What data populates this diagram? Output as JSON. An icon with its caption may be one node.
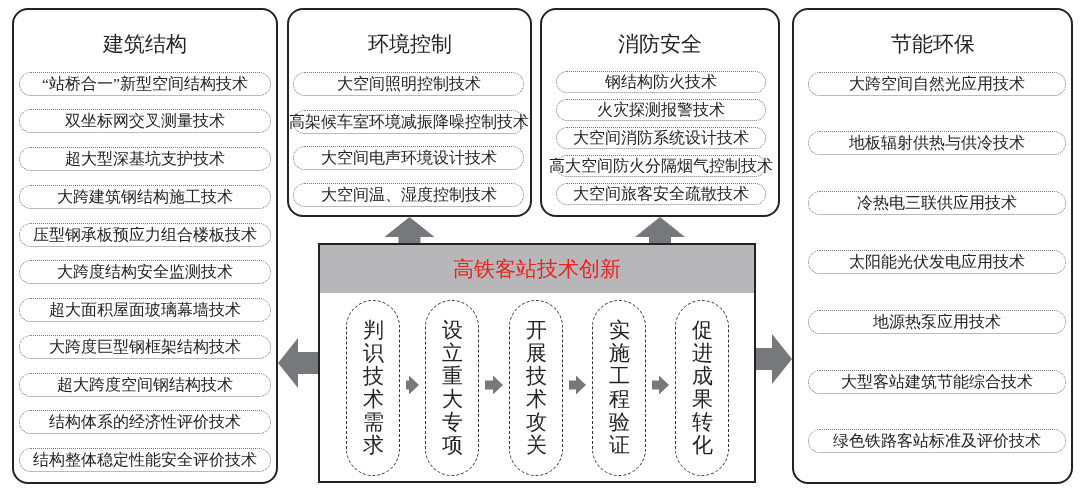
{
  "diagram": {
    "nodes": [
      {
        "text": [
          "建筑结构"
        ]
      },
      {
        "text": [
          "“站桥合一”新型空间结构技术"
        ],
        "in": 0
      },
      {
        "text": [
          "双坐标网交叉测量技术"
        ],
        "in": 0
      },
      {
        "text": [
          "超大型深基坑支护技术"
        ],
        "in": 0
      },
      {
        "text": [
          "大跨建筑钢结构施工技术"
        ],
        "in": 0
      },
      {
        "text": [
          "压型钢承板预应力组合楼板技术"
        ],
        "in": 0
      },
      {
        "text": [
          "大跨度结构安全监测技术"
        ],
        "in": 0
      },
      {
        "text": [
          "超大面积屋面玻璃幕墙技术"
        ],
        "in": 0
      },
      {
        "text": [
          "大跨度巨型钢框架结构技术"
        ],
        "in": 0
      },
      {
        "text": [
          "超大跨度空间钢结构技术"
        ],
        "in": 0
      },
      {
        "text": [
          "结构体系的经济性评价技术"
        ],
        "in": 0
      },
      {
        "text": [
          "结构整体稳定性能安全评价技术"
        ],
        "in": 0
      },
      {
        "text": [
          "环境控制"
        ]
      },
      {
        "text": [
          "大空间照明控制技术"
        ],
        "in": 12
      },
      {
        "text": [
          "高架候车室环境减振降噪控制技术"
        ],
        "in": 12
      },
      {
        "text": [
          "大空间电声环境设计技术"
        ],
        "in": 12
      },
      {
        "text": [
          "大空间温、湿度控制技术"
        ],
        "in": 12
      },
      {
        "text": [
          "消防安全"
        ]
      },
      {
        "text": [
          "钢结构防火技术"
        ],
        "in": 17
      },
      {
        "text": [
          "火灾探测报警技术"
        ],
        "in": 17
      },
      {
        "text": [
          "大空间消防系统设计技术"
        ],
        "in": 17
      },
      {
        "text": [
          "高大空间防火分隔烟气控制技术"
        ],
        "in": 17
      },
      {
        "text": [
          "大空间旅客安全疏散技术"
        ],
        "in": 17
      },
      {
        "text": [
          "节能环保"
        ]
      },
      {
        "text": [
          "大跨空间自然光应用技术"
        ],
        "in": 23
      },
      {
        "text": [
          "地板辐射供热与供冷技术"
        ],
        "in": 23
      },
      {
        "text": [
          "冷热电三联供应用技术"
        ],
        "in": 23
      },
      {
        "text": [
          "太阳能光伏发电应用技术"
        ],
        "in": 23
      },
      {
        "text": [
          "地源热泵应用技术"
        ],
        "in": 23
      },
      {
        "text": [
          "大型客站建筑节能综合技术"
        ],
        "in": 23
      },
      {
        "text": [
          "绿色铁路客站标准及评价技术"
        ],
        "in": 23
      },
      {
        "text": [
          "高铁客站技术创新"
        ]
      },
      {
        "text": [
          "判识技术需求"
        ],
        "in": 31
      },
      {
        "text": [
          "设立重大专项"
        ],
        "in": 31
      },
      {
        "text": [
          "开展技术攻关"
        ],
        "in": 31
      },
      {
        "text": [
          "实施工程验证"
        ],
        "in": 31
      },
      {
        "text": [
          "促进成果转化"
        ],
        "in": 31
      }
    ],
    "edges": [
      {
        "from": 31,
        "to": 12,
        "arrow": "to",
        "style": "thick"
      },
      {
        "from": 31,
        "to": 17,
        "arrow": "to",
        "style": "thick"
      },
      {
        "from": 31,
        "to": 0,
        "arrow": "to",
        "style": "thick"
      },
      {
        "from": 31,
        "to": 23,
        "arrow": "to",
        "style": "thick"
      },
      {
        "from": 32,
        "to": 33,
        "arrow": "to"
      },
      {
        "from": 33,
        "to": 34,
        "arrow": "to"
      },
      {
        "from": 34,
        "to": 35,
        "arrow": "to"
      },
      {
        "from": 35,
        "to": 36,
        "arrow": "to"
      }
    ]
  }
}
